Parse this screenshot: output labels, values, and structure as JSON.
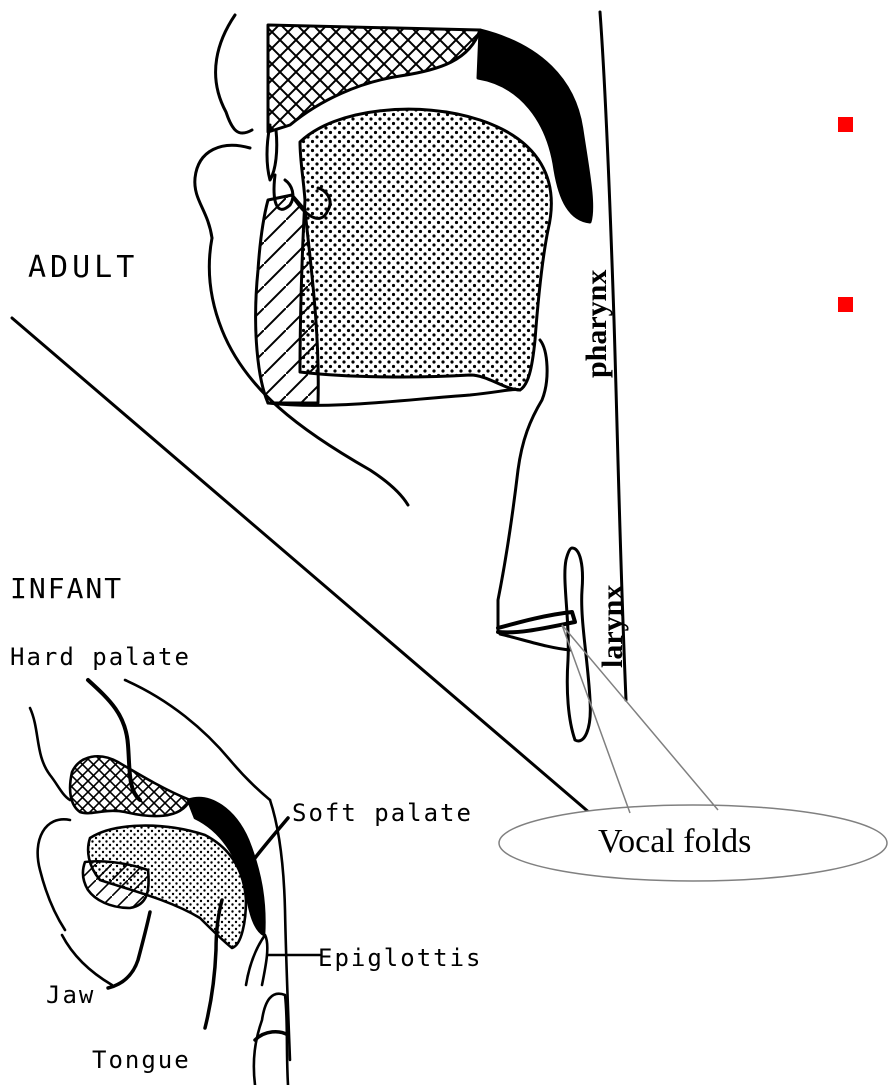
{
  "labels": {
    "adult": "ADULT",
    "infant": "INFANT",
    "pharynx": "pharynx",
    "larynx": "larynx",
    "vocal_folds": "Vocal folds",
    "hard_palate": "Hard palate",
    "soft_palate": "Soft palate",
    "epiglottis": "Epiglottis",
    "jaw": "Jaw",
    "tongue": "Tongue"
  },
  "colors": {
    "bullet": "#ff0000",
    "ink": "#000000",
    "callout": "#808080"
  },
  "icons": [
    "square-bullet-icon"
  ]
}
